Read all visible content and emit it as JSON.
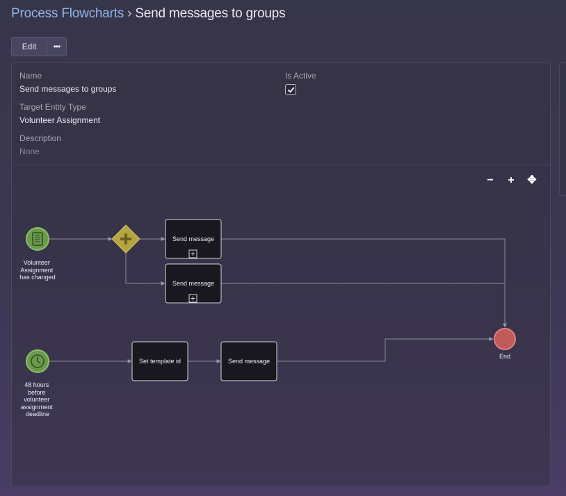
{
  "breadcrumb": {
    "parent": "Process Flowcharts",
    "separator": "›",
    "current": "Send messages to groups"
  },
  "toolbar": {
    "edit_label": "Edit",
    "more_label": "•••"
  },
  "details": {
    "name_label": "Name",
    "name_value": "Send messages to groups",
    "is_active_label": "Is Active",
    "is_active_value": true,
    "target_entity_label": "Target Entity Type",
    "target_entity_value": "Volunteer Assignment",
    "description_label": "Description",
    "description_value": "None"
  },
  "canvas_tools": {
    "zoom_out": "−",
    "zoom_in": "+",
    "pan": "✥"
  },
  "flow": {
    "start_event_1_label": [
      "Volunteer",
      "Assignment",
      "has changed"
    ],
    "start_event_2_label": [
      "48 hours",
      "before",
      "volunteer",
      "assignment",
      "deadline"
    ],
    "task_send_message_1": "Send message",
    "task_send_message_2": "Send message",
    "task_set_template": "Set template id",
    "task_send_message_3": "Send message",
    "end_event_label": "End"
  },
  "colors": {
    "start_event": "#6a9a4b",
    "gateway": "#b5a542",
    "end_event": "#c05a5a",
    "task_fill": "#19181e",
    "link": "#8fb3e8"
  }
}
